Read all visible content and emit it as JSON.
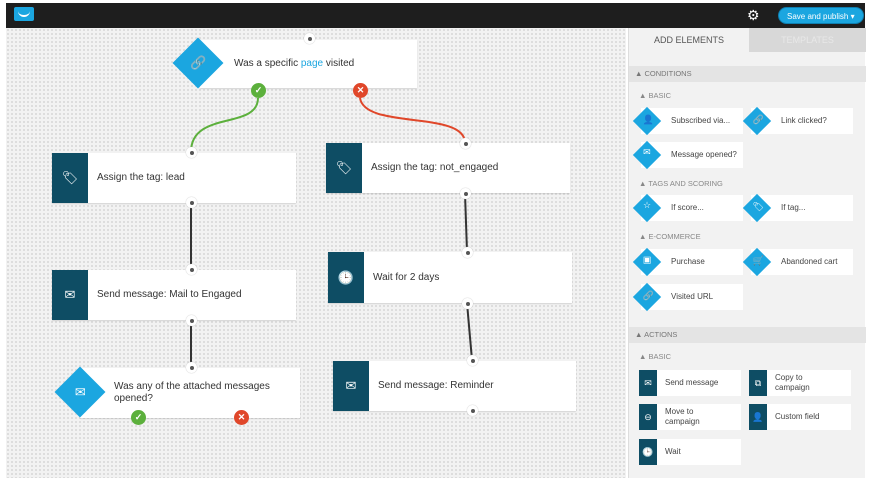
{
  "topbar": {
    "logo": "envelope-logo",
    "settings_icon": "gear-icon",
    "publish_label": "Save and publish ▾"
  },
  "flow": {
    "start_condition": {
      "prefix": "Was a specific ",
      "link": "page",
      "suffix": " visited",
      "icon": "link-icon"
    },
    "yes_icon": "✓",
    "no_icon": "✕",
    "tag_lead": {
      "text": "Assign the tag: lead",
      "icon": "tag-icon"
    },
    "tag_not_engaged": {
      "text": "Assign the tag: not_engaged",
      "icon": "tag-icon"
    },
    "send_engaged": {
      "text": "Send message: Mail to Engaged",
      "icon": "envelope-icon"
    },
    "wait": {
      "text": "Wait for 2 days",
      "icon": "clock-icon"
    },
    "send_reminder": {
      "text": "Send message: Reminder",
      "icon": "envelope-icon"
    },
    "opened_condition": {
      "text": "Was any of the attached messages opened?",
      "icon": "envelope-open-icon"
    }
  },
  "sidebar": {
    "tabs": [
      "ADD ELEMENTS",
      "TEMPLATES"
    ],
    "conditions": {
      "title": "▲ CONDITIONS",
      "basic": {
        "title": "▲ BASIC",
        "items": [
          "Subscribed via...",
          "Link clicked?",
          "Message opened?"
        ]
      },
      "tags": {
        "title": "▲ TAGS AND SCORING",
        "items": [
          "If score...",
          "If tag..."
        ]
      },
      "ecommerce": {
        "title": "▲ E-COMMERCE",
        "items": [
          "Purchase",
          "Abandoned cart",
          "Visited URL"
        ]
      }
    },
    "actions": {
      "title": "▲ ACTIONS",
      "basic": {
        "title": "▲ BASIC",
        "items": [
          "Send message",
          "Copy to campaign",
          "Move to campaign",
          "Custom field",
          "Wait"
        ]
      }
    }
  },
  "colors": {
    "accent": "#1ba6e0",
    "dark_block": "#0e4d64",
    "yes": "#5cb03c",
    "no": "#e0472a"
  }
}
